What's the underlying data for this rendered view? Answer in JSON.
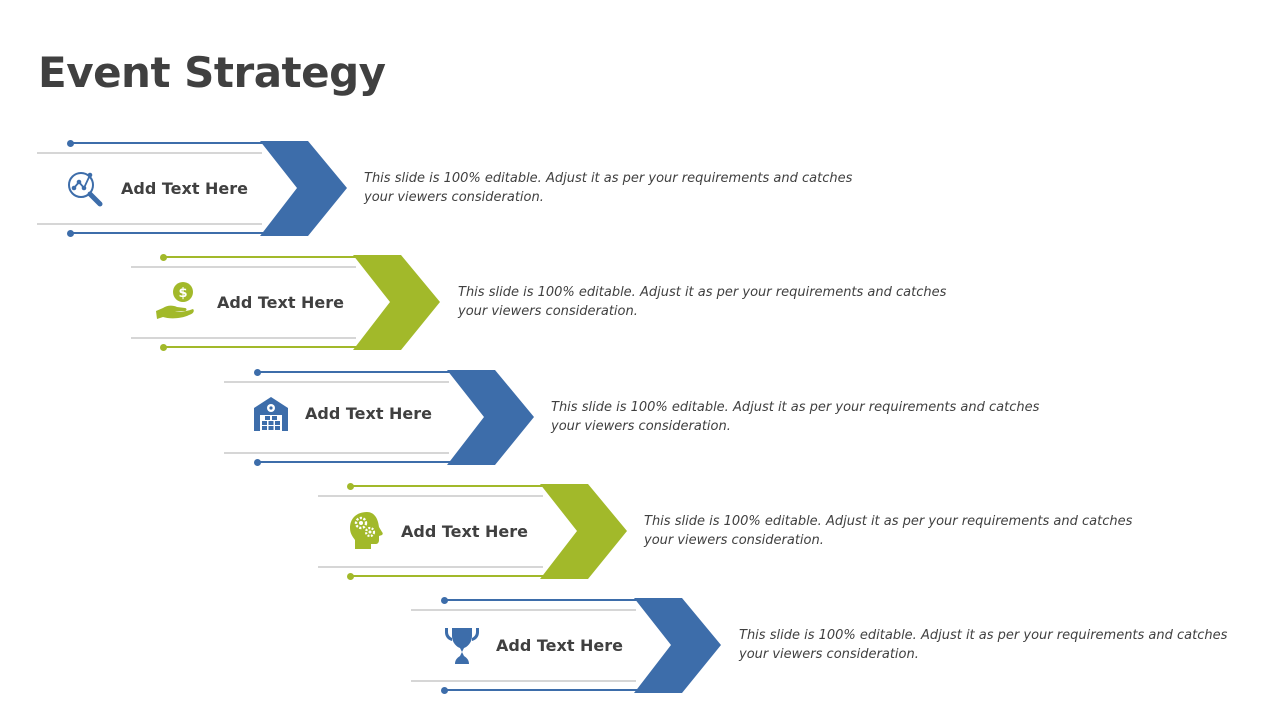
{
  "title": "Event Strategy",
  "colors": {
    "blue": "#3d6daa",
    "green": "#a2b92a",
    "gray": "#d6d6d6",
    "text": "#404040"
  },
  "steps": [
    {
      "icon": "analytics-search-icon",
      "label": "Add Text Here",
      "description": "This slide is 100% editable. Adjust it as per your requirements and catches your viewers consideration.",
      "color": "blue"
    },
    {
      "icon": "hand-dollar-icon",
      "label": "Add Text Here",
      "description": "This slide is 100% editable. Adjust it as per your requirements and catches your viewers consideration.",
      "color": "green"
    },
    {
      "icon": "warehouse-gear-icon",
      "label": "Add Text Here",
      "description": "This slide is 100% editable. Adjust it as per your requirements and catches your viewers consideration.",
      "color": "blue"
    },
    {
      "icon": "head-gears-icon",
      "label": "Add Text Here",
      "description": "This slide is 100% editable. Adjust it as per your requirements and catches your viewers consideration.",
      "color": "green"
    },
    {
      "icon": "trophy-icon",
      "label": "Add Text Here",
      "description": "This slide is 100% editable. Adjust it as per your requirements and catches your viewers consideration.",
      "color": "blue"
    }
  ]
}
